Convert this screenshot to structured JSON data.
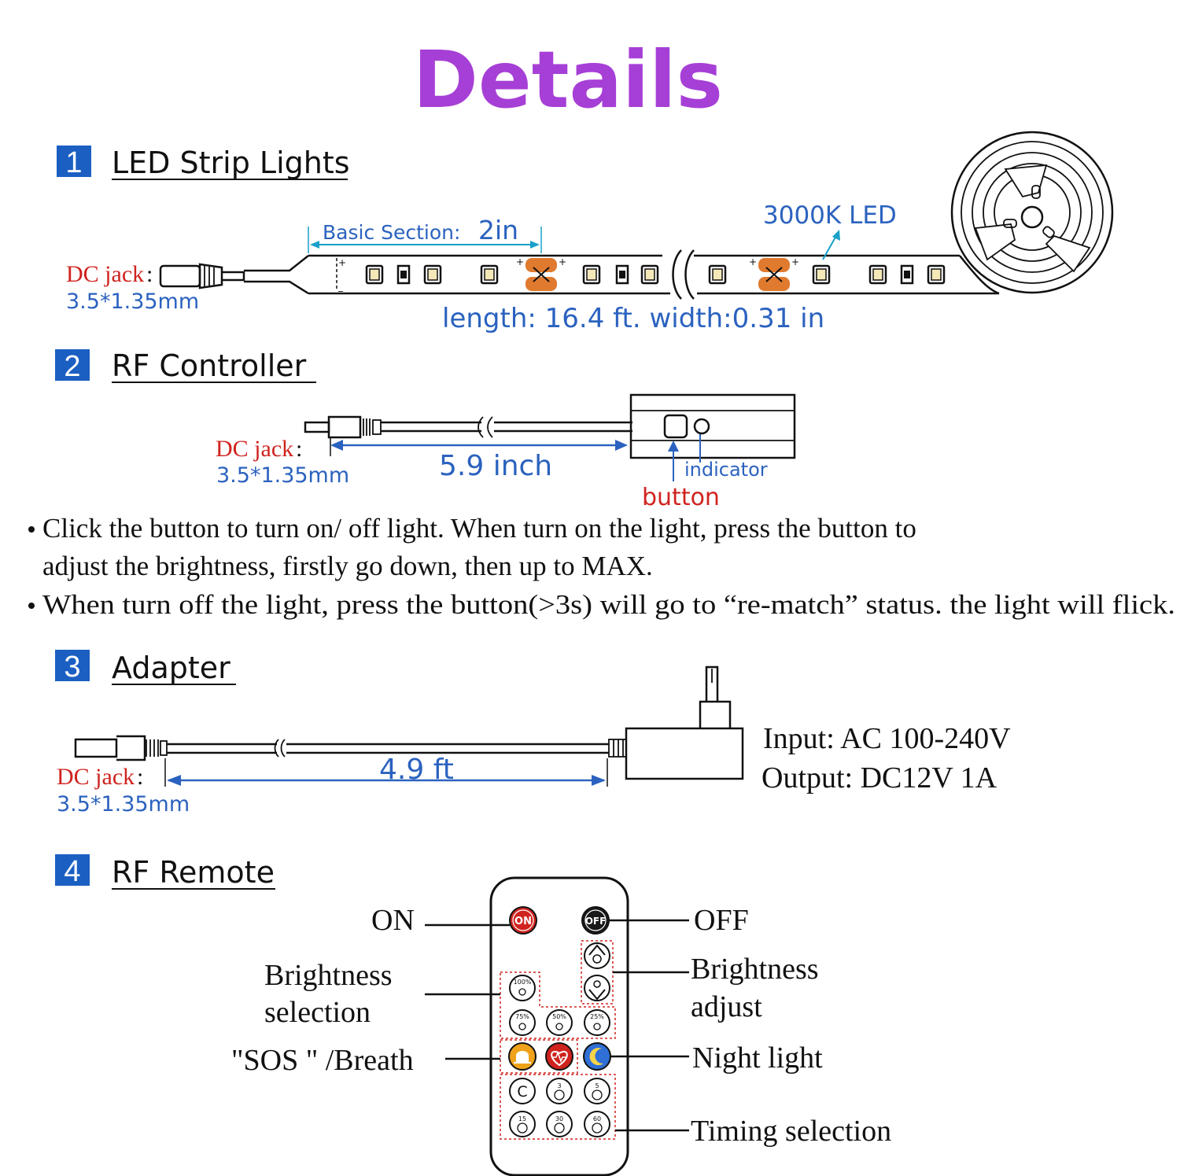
{
  "title": "Details",
  "sections": {
    "strip": {
      "number": "1",
      "title": "LED Strip Lights",
      "dc_jack_label": "DC jack",
      "dc_jack_colon": ":",
      "dc_jack_size": "3.5*1.35mm",
      "basic_section_label": "Basic Section:",
      "basic_section_value": "2in",
      "led_label": "3000K LED",
      "dimensions": "length: 16.4 ft. width:0.31 in"
    },
    "controller": {
      "number": "2",
      "title": "RF Controller",
      "dc_jack_label": "DC jack",
      "dc_jack_colon": ":",
      "dc_jack_size": "3.5*1.35mm",
      "cable_length": "5.9 inch",
      "indicator_label": "indicator",
      "button_label": "button",
      "bullets": [
        "Click the button to turn on/ off light.  When turn on the light, press the button to",
        "adjust the brightness, firstly go down, then up to  MAX.",
        "When turn off the light, press the button(>3s) will go to “re-match” status. the light will flick."
      ]
    },
    "adapter": {
      "number": "3",
      "title": "Adapter",
      "dc_jack_label": "DC jack",
      "dc_jack_colon": ":",
      "dc_jack_size": "3.5*1.35mm",
      "cable_length": "4.9 ft",
      "input": "Input: AC 100-240V",
      "output": "Output: DC12V 1A"
    },
    "remote": {
      "number": "4",
      "title": "RF Remote",
      "labels": {
        "on": "ON",
        "off": "OFF",
        "brightness_selection_1": "Brightness",
        "brightness_selection_2": "selection",
        "brightness_adjust_1": "Brightness",
        "brightness_adjust_2": "adjust",
        "sos_breath": "\"SOS \" /Breath",
        "night_light": "Night light",
        "timing_selection": "Timing selection"
      },
      "buttons": {
        "on": "ON",
        "off": "OFF",
        "b100": "100%",
        "b75": "75%",
        "b50": "50%",
        "b25": "25%",
        "timer_c": "C",
        "t3": "3",
        "t5": "5",
        "t15": "15",
        "t30": "30",
        "t60": "60"
      }
    }
  },
  "colors": {
    "title": "#a63fd6",
    "section_badge": "#1b5fc2",
    "red_label": "#d0231f",
    "blue_label": "#1c4fa8",
    "orange_pad": "#e07a2e"
  }
}
